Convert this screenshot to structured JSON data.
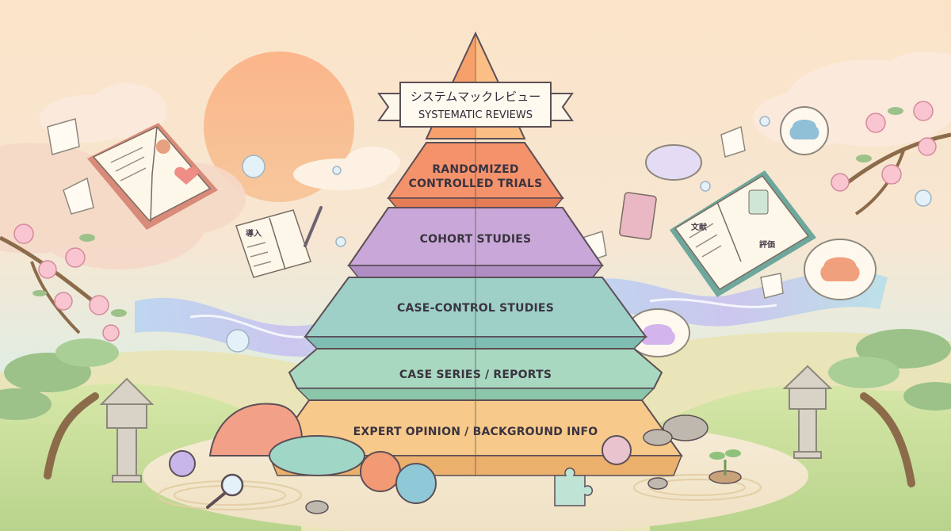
{
  "pyramid": {
    "top_banner": {
      "jp": "システムマックレビュー",
      "en": "SYSTEMATIC REVIEWS"
    },
    "tiers": [
      {
        "lines": [
          "RANDOMIZED",
          "CONTROLLED TRIALS"
        ],
        "color": "#f4936b"
      },
      {
        "lines": [
          "COHORT STUDIES"
        ],
        "color": "#c9a7d8"
      },
      {
        "lines": [
          "CASE-CONTROL STUDIES"
        ],
        "color": "#9fd0c8"
      },
      {
        "lines": [
          "CASE SERIES / REPORTS"
        ],
        "color": "#a8d9c0"
      },
      {
        "lines": [
          "EXPERT OPINION / BACKGROUND INFO"
        ],
        "color": "#f7c98a"
      }
    ]
  },
  "notebook_left_label": "導入",
  "notebook_right_labels": [
    "文献",
    "評価"
  ]
}
